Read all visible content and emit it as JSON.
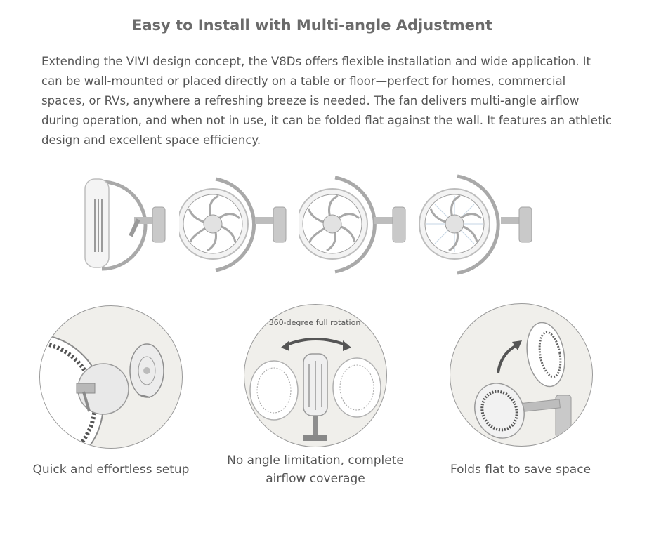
{
  "section": {
    "title": "Easy to Install with Multi-angle Adjustment",
    "description": "Extending the VIVI design concept, the V8Ds offers flexible installation and wide application. It can be wall-mounted or placed directly on a table or floor—perfect for homes, commercial spaces, or RVs, anywhere a refreshing breeze is needed. The fan delivers multi-angle airflow during operation, and when not in use, it can be folded flat against the wall. It features an athletic design and excellent space efficiency."
  },
  "features": [
    {
      "caption": "Quick and effortless setup",
      "icon": "wall-mount-bracket-icon"
    },
    {
      "caption": "No angle limitation, complete airflow coverage",
      "overlay_label": "360-degree full rotation",
      "icon": "rotation-arrow-icon"
    },
    {
      "caption": "Folds flat to save space",
      "icon": "fold-arrow-icon"
    }
  ],
  "colors": {
    "circle_bg": "#f0efeb",
    "fan_body": "#e6e6e6",
    "metal": "#a9a9a9",
    "text": "#555555"
  }
}
